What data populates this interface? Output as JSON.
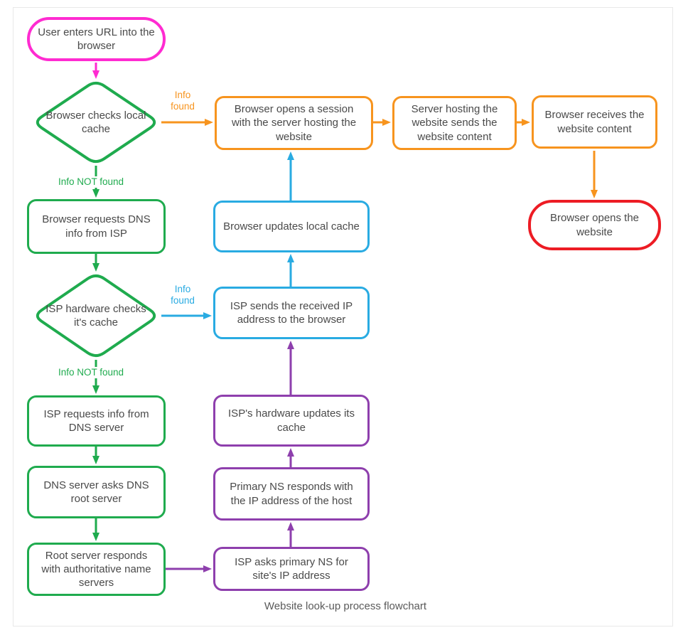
{
  "caption": "Website look-up process flowchart",
  "colors": {
    "magenta": "#FF2BD1",
    "green": "#1FAB4E",
    "orange": "#F7941E",
    "cyan": "#29ABE2",
    "purple": "#8E3FAD",
    "red": "#ED1C24",
    "node_text": "#4a4a4a",
    "caption_text": "#5a5a5a",
    "frame_border": "#e8e8e8"
  },
  "nodes": {
    "user_entry": "User enters URL into the browser",
    "browser_checks_cache": "Browser checks local cache",
    "browser_session": "Browser opens a session with the server hosting the website",
    "server_sends": "Server hosting the website sends the website content",
    "browser_receives": "Browser receives the website content",
    "browser_opens": "Browser opens the website",
    "browser_requests_dns": "Browser requests DNS info from ISP",
    "isp_checks_cache": "ISP hardware checks it's cache",
    "browser_updates_cache": "Browser updates local cache",
    "isp_sends_ip": "ISP sends the received IP address to the browser",
    "isp_requests_info": "ISP requests info from DNS server",
    "dns_asks_root": "DNS server asks DNS root server",
    "root_responds": "Root server responds with authoritative name servers",
    "isps_hw_updates": "ISP's hardware updates its cache",
    "primary_ns_responds": "Primary NS responds with the IP address of the host",
    "isp_asks_ns": "ISP asks primary NS for site's IP address"
  },
  "edge_labels": {
    "info_found_browser": "Info found",
    "info_not_found_browser": "Info NOT found",
    "info_found_isp": "Info found",
    "info_not_found_isp": "Info NOT found"
  }
}
